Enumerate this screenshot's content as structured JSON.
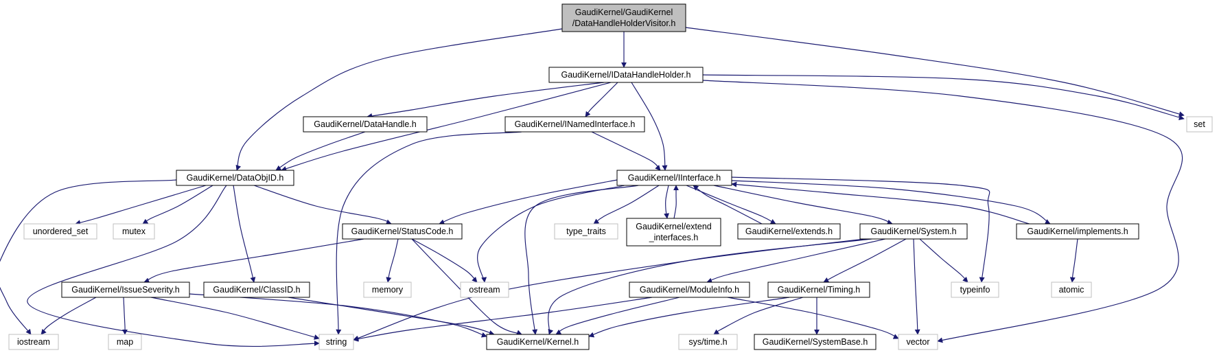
{
  "colors": {
    "edge": "#191970",
    "node_border_local": "#000000",
    "node_border_external": "#bfbfbf",
    "node_fill_root": "#bfbfbf",
    "node_fill": "#ffffff",
    "external_text": "#000000"
  },
  "nodes": [
    {
      "id": "root",
      "lines": [
        "GaudiKernel/GaudiKernel",
        "/DataHandleHolderVisitor.h"
      ],
      "kind": "root"
    },
    {
      "id": "idhh",
      "lines": [
        "GaudiKernel/IDataHandleHolder.h"
      ],
      "kind": "local"
    },
    {
      "id": "set",
      "lines": [
        "set"
      ],
      "kind": "external"
    },
    {
      "id": "dh",
      "lines": [
        "GaudiKernel/DataHandle.h"
      ],
      "kind": "local"
    },
    {
      "id": "ini",
      "lines": [
        "GaudiKernel/INamedInterface.h"
      ],
      "kind": "local"
    },
    {
      "id": "doid",
      "lines": [
        "GaudiKernel/DataObjID.h"
      ],
      "kind": "local"
    },
    {
      "id": "ii",
      "lines": [
        "GaudiKernel/IInterface.h"
      ],
      "kind": "local"
    },
    {
      "id": "uset",
      "lines": [
        "unordered_set"
      ],
      "kind": "external"
    },
    {
      "id": "mutex",
      "lines": [
        "mutex"
      ],
      "kind": "external"
    },
    {
      "id": "sc",
      "lines": [
        "GaudiKernel/StatusCode.h"
      ],
      "kind": "local"
    },
    {
      "id": "tt",
      "lines": [
        "type_traits"
      ],
      "kind": "external"
    },
    {
      "id": "ei",
      "lines": [
        "GaudiKernel/extend",
        "_interfaces.h"
      ],
      "kind": "local"
    },
    {
      "id": "ext",
      "lines": [
        "GaudiKernel/extends.h"
      ],
      "kind": "local"
    },
    {
      "id": "sys",
      "lines": [
        "GaudiKernel/System.h"
      ],
      "kind": "local"
    },
    {
      "id": "impl",
      "lines": [
        "GaudiKernel/implements.h"
      ],
      "kind": "local"
    },
    {
      "id": "is",
      "lines": [
        "GaudiKernel/IssueSeverity.h"
      ],
      "kind": "local"
    },
    {
      "id": "cid",
      "lines": [
        "GaudiKernel/ClassID.h"
      ],
      "kind": "local"
    },
    {
      "id": "memory",
      "lines": [
        "memory"
      ],
      "kind": "external"
    },
    {
      "id": "ostream",
      "lines": [
        "ostream"
      ],
      "kind": "external"
    },
    {
      "id": "mi",
      "lines": [
        "GaudiKernel/ModuleInfo.h"
      ],
      "kind": "local"
    },
    {
      "id": "tim",
      "lines": [
        "GaudiKernel/Timing.h"
      ],
      "kind": "local"
    },
    {
      "id": "typeinfo",
      "lines": [
        "typeinfo"
      ],
      "kind": "external"
    },
    {
      "id": "atomic",
      "lines": [
        "atomic"
      ],
      "kind": "external"
    },
    {
      "id": "iostream",
      "lines": [
        "iostream"
      ],
      "kind": "external"
    },
    {
      "id": "map",
      "lines": [
        "map"
      ],
      "kind": "external"
    },
    {
      "id": "string",
      "lines": [
        "string"
      ],
      "kind": "external"
    },
    {
      "id": "kern",
      "lines": [
        "GaudiKernel/Kernel.h"
      ],
      "kind": "local"
    },
    {
      "id": "systime",
      "lines": [
        "sys/time.h"
      ],
      "kind": "external"
    },
    {
      "id": "sb",
      "lines": [
        "GaudiKernel/SystemBase.h"
      ],
      "kind": "local"
    },
    {
      "id": "vector",
      "lines": [
        "vector"
      ],
      "kind": "external"
    }
  ],
  "edges": [
    {
      "from": "root",
      "to": "idhh"
    },
    {
      "from": "root",
      "to": "doid"
    },
    {
      "from": "root",
      "to": "set"
    },
    {
      "from": "idhh",
      "to": "set"
    },
    {
      "from": "idhh",
      "to": "dh"
    },
    {
      "from": "idhh",
      "to": "ini"
    },
    {
      "from": "idhh",
      "to": "doid"
    },
    {
      "from": "idhh",
      "to": "ii"
    },
    {
      "from": "idhh",
      "to": "vector"
    },
    {
      "from": "dh",
      "to": "doid"
    },
    {
      "from": "ini",
      "to": "ii"
    },
    {
      "from": "ini",
      "to": "string"
    },
    {
      "from": "doid",
      "to": "iostream"
    },
    {
      "from": "doid",
      "to": "uset"
    },
    {
      "from": "doid",
      "to": "mutex"
    },
    {
      "from": "doid",
      "to": "sc"
    },
    {
      "from": "doid",
      "to": "string"
    },
    {
      "from": "doid",
      "to": "cid"
    },
    {
      "from": "ii",
      "to": "sc"
    },
    {
      "from": "ii",
      "to": "ostream"
    },
    {
      "from": "ii",
      "to": "kern"
    },
    {
      "from": "ii",
      "to": "tt"
    },
    {
      "from": "ii",
      "to": "ei"
    },
    {
      "from": "ii",
      "to": "ext"
    },
    {
      "from": "ii",
      "to": "sys"
    },
    {
      "from": "ii",
      "to": "impl"
    },
    {
      "from": "ii",
      "to": "typeinfo"
    },
    {
      "from": "ei",
      "to": "ii"
    },
    {
      "from": "ext",
      "to": "ii"
    },
    {
      "from": "impl",
      "to": "ii"
    },
    {
      "from": "impl",
      "to": "atomic"
    },
    {
      "from": "sc",
      "to": "is"
    },
    {
      "from": "sc",
      "to": "memory"
    },
    {
      "from": "sc",
      "to": "ostream"
    },
    {
      "from": "sc",
      "to": "kern"
    },
    {
      "from": "is",
      "to": "iostream"
    },
    {
      "from": "is",
      "to": "map"
    },
    {
      "from": "is",
      "to": "string"
    },
    {
      "from": "is",
      "to": "kern"
    },
    {
      "from": "cid",
      "to": "kern"
    },
    {
      "from": "sys",
      "to": "string"
    },
    {
      "from": "sys",
      "to": "kern"
    },
    {
      "from": "sys",
      "to": "mi"
    },
    {
      "from": "sys",
      "to": "tim"
    },
    {
      "from": "sys",
      "to": "vector"
    },
    {
      "from": "sys",
      "to": "typeinfo"
    },
    {
      "from": "mi",
      "to": "string"
    },
    {
      "from": "mi",
      "to": "kern"
    },
    {
      "from": "mi",
      "to": "vector"
    },
    {
      "from": "tim",
      "to": "kern"
    },
    {
      "from": "tim",
      "to": "systime"
    },
    {
      "from": "tim",
      "to": "sb"
    }
  ]
}
